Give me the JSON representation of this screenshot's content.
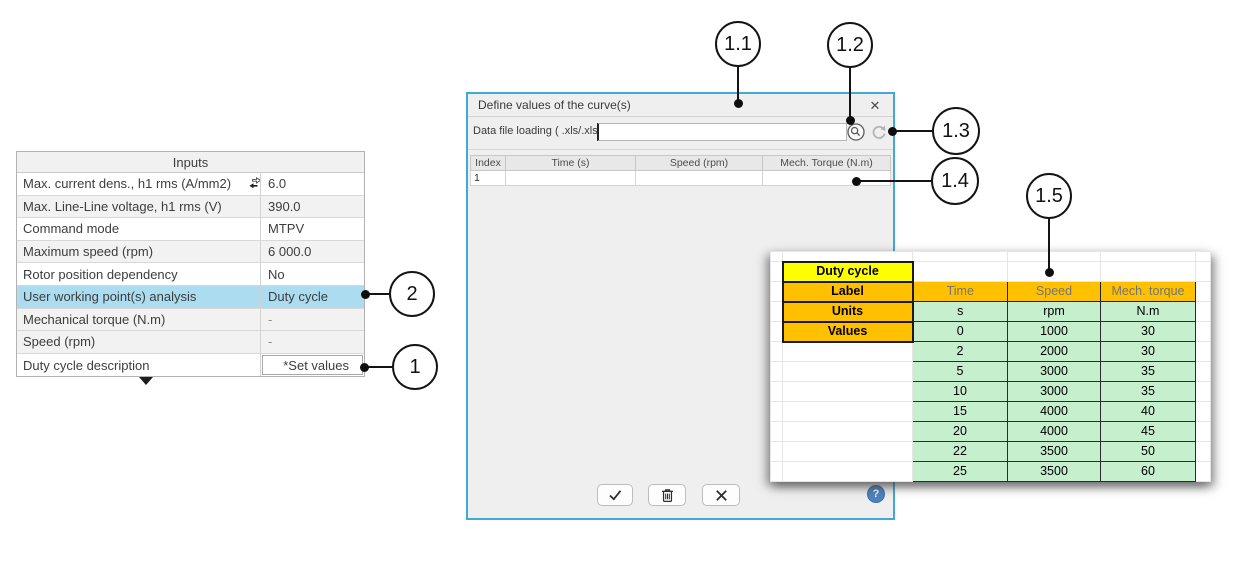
{
  "inputs_panel": {
    "title": "Inputs",
    "rows": [
      {
        "label": "Max. current dens., h1 rms (A/mm2)",
        "value": "6.0",
        "icon": "exchange-arrows-icon"
      },
      {
        "label": "Max. Line-Line voltage, h1 rms (V)",
        "value": "390.0",
        "shaded": true
      },
      {
        "label": "Command mode",
        "value": "MTPV"
      },
      {
        "label": "Maximum speed (rpm)",
        "value": "6 000.0",
        "shaded": true
      },
      {
        "label": "Rotor position dependency",
        "value": "No"
      },
      {
        "label": "User working point(s) analysis",
        "value": "Duty cycle",
        "highlight": true
      },
      {
        "label": "Mechanical torque (N.m)",
        "value": "-",
        "shaded": true,
        "dim": true
      },
      {
        "label": "Speed (rpm)",
        "value": "-",
        "shaded": true,
        "dim": true
      },
      {
        "label": "Duty cycle description",
        "value": "*Set values",
        "button": true
      }
    ],
    "expander_icon": "down-triangle-icon"
  },
  "dialog": {
    "title": "Define values of the curve(s)",
    "close_glyph": "✕",
    "file_loading": {
      "label": "Data file loading ( .xls/.xlsx)",
      "value": "",
      "browse_icon": "magnifier-icon",
      "reload_icon": "refresh-icon"
    },
    "table": {
      "headers": [
        "Index",
        "Time (s)",
        "Speed (rpm)",
        "Mech. Torque (N.m)"
      ],
      "rows": [
        [
          "1",
          "",
          "",
          ""
        ]
      ]
    },
    "buttons": {
      "confirm_icon": "check-icon",
      "delete_icon": "trash-icon",
      "cancel_icon": "close-icon"
    },
    "help": {
      "icon": "help-icon",
      "glyph": "?"
    }
  },
  "spreadsheet": {
    "title_cell": "Duty cycle",
    "row_headers": [
      "Label",
      "Units",
      "Values"
    ],
    "column_headers": [
      "Time",
      "Speed",
      "Mech. torque"
    ],
    "units": [
      "s",
      "rpm",
      "N.m"
    ],
    "values": [
      [
        "0",
        "1000",
        "30"
      ],
      [
        "2",
        "2000",
        "30"
      ],
      [
        "5",
        "3000",
        "35"
      ],
      [
        "10",
        "3000",
        "35"
      ],
      [
        "15",
        "4000",
        "40"
      ],
      [
        "20",
        "4000",
        "45"
      ],
      [
        "22",
        "3500",
        "50"
      ],
      [
        "25",
        "3500",
        "60"
      ]
    ]
  },
  "callouts": {
    "c11": "1.1",
    "c12": "1.2",
    "c13": "1.3",
    "c14": "1.4",
    "c15": "1.5",
    "c2": "2",
    "c1": "1"
  },
  "colors": {
    "highlight_row": "#ABDCF0",
    "dialog_border": "#41A8D8",
    "sheet_yellow": "#FFFF00",
    "sheet_orange": "#FFC000",
    "sheet_green": "#C6EFCE",
    "help_blue": "#4E83BD"
  }
}
